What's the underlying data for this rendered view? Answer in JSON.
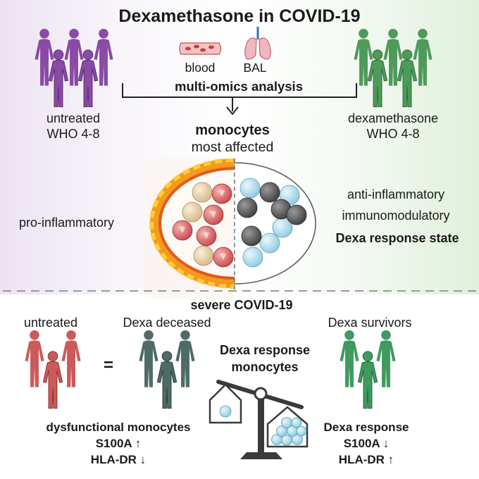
{
  "colors": {
    "purple": "#8a4aa5",
    "green_light": "#4e9a5a",
    "red": "#cc5a5a",
    "slate": "#4f6b66",
    "green_bottom": "#3f9a60",
    "fire": "#f39a1e"
  },
  "header": {
    "title": "Dexamethasone in COVID-19",
    "blood_label": "blood",
    "bal_label": "BAL",
    "analysis_label": "multi-omics analysis"
  },
  "groups": {
    "untreated": {
      "line1": "untreated",
      "line2": "WHO 4-8"
    },
    "dexamethasone": {
      "line1": "dexamethasone",
      "line2": "WHO 4-8"
    }
  },
  "monocytes": {
    "title": "monocytes",
    "subtitle": "most affected",
    "left_state": "pro-inflammatory",
    "right_line1": "anti-inflammatory",
    "right_line2": "immunomodulatory",
    "right_line3": "Dexa response state"
  },
  "severe": {
    "title": "severe COVID-19",
    "untreated": "untreated",
    "equals": "=",
    "deceased": "Dexa deceased",
    "survivors": "Dexa survivors",
    "response_line1": "Dexa response",
    "response_line2": "monocytes",
    "left_state": "dysfunctional monocytes",
    "left_s100a": "S100A ↑",
    "left_hla": "HLA-DR ↓",
    "right_state": "Dexa response",
    "right_s100a": "S100A ↓",
    "right_hla": "HLA-DR ↑"
  },
  "icons": [
    "person-group-icon",
    "blood-vessel-icon",
    "lungs-icon",
    "fire-ring-icon",
    "monocyte-cell-icon",
    "balance-scale-icon"
  ]
}
